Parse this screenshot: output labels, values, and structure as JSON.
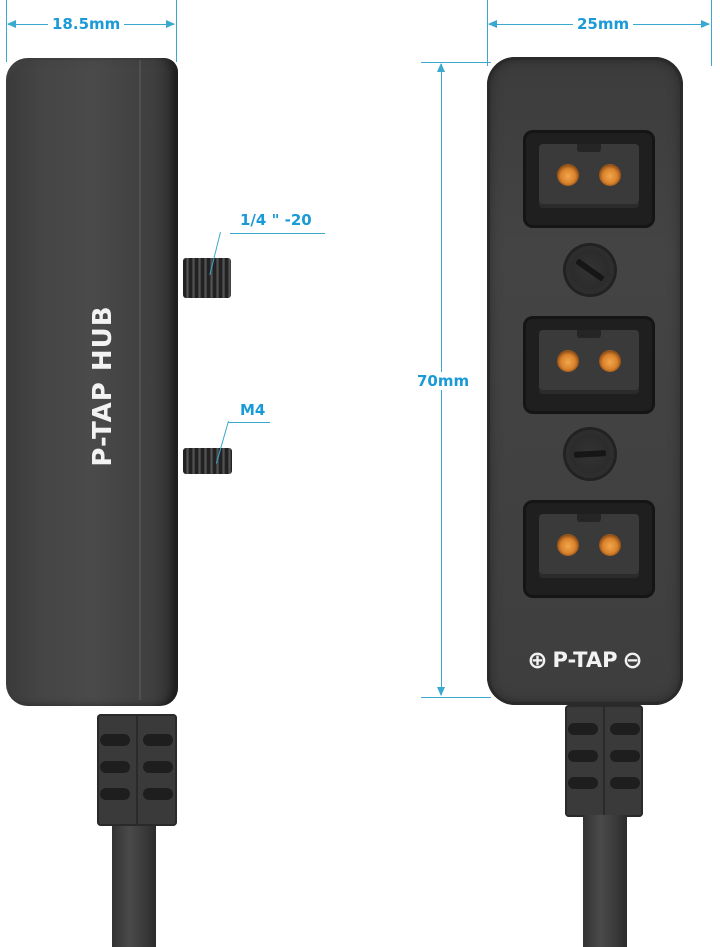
{
  "product": {
    "name": "P-TAP HUB",
    "views": [
      "side",
      "front"
    ]
  },
  "dimensions": {
    "width_side": "18.5mm",
    "width_front": "25mm",
    "height_front": "70mm"
  },
  "callouts": {
    "upper_thread": "1/4 \" -20",
    "lower_thread": "M4"
  },
  "side_view": {
    "label": "P-TAP HUB"
  },
  "front_view": {
    "label": "P-TAP",
    "plus_symbol": "⊕",
    "minus_symbol": "⊖",
    "port_count": 3,
    "screw_count": 2,
    "pin_color": "#d9822c"
  },
  "colors": {
    "annotation": "#1a9ad6",
    "body": "#444444",
    "background": "#ffffff"
  }
}
